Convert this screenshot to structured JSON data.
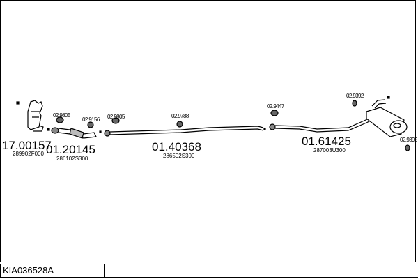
{
  "diagram_code": "KIA036528A",
  "parts": [
    {
      "number": "17.00157",
      "oem": "289902F000"
    },
    {
      "number": "01.20145",
      "oem": "286102S300"
    },
    {
      "number": "01.40368",
      "oem": "286502S300"
    },
    {
      "number": "01.61425",
      "oem": "287003U300"
    }
  ],
  "small_parts": [
    "02.9805",
    "02.9156",
    "02.9805",
    "02.9788",
    "02.9447",
    "02.9392",
    "02.9392"
  ]
}
